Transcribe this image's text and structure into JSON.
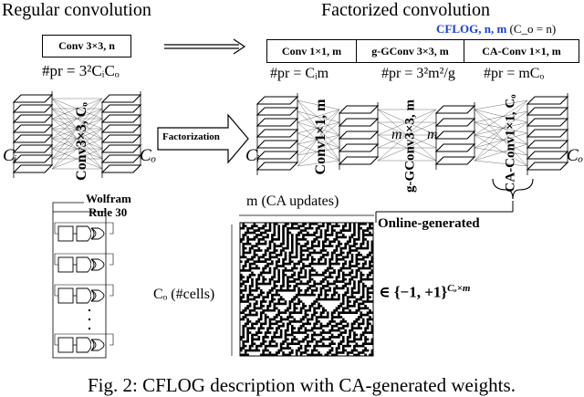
{
  "left_title": "Regular convolution",
  "right_title": "Factorized convolution",
  "cflog": {
    "prefix": "CFLOG, n, m",
    "suffix": "(C_o = n)"
  },
  "regular": {
    "op": "Conv 3×3, n",
    "params": "#pr = 3²CᵢCₒ",
    "layer_label": "Conv3×3, Cₒ"
  },
  "factorized": {
    "ops": [
      "Conv 1×1, m",
      "g-GConv 3×3, m",
      "CA-Conv 1×1, m"
    ],
    "params": [
      "#pr = Cᵢm",
      "#pr = 3²m²/g",
      "#pr = mCₒ"
    ],
    "layer_labels": [
      "Conv1×1, m",
      "g-GConv3×3, m",
      "CA-Conv1×1, Cₒ"
    ],
    "mid_labels": [
      "m",
      "m"
    ]
  },
  "factorization_label": "Factorization",
  "ci_label": "Cᵢ",
  "co_label": "Cₒ",
  "wolfram": {
    "title_line1": "Wolfram",
    "title_line2": "Rule 30"
  },
  "ca": {
    "top_label": "m (CA updates)",
    "side_label": "Cₒ (#cells)",
    "set_label": "∈ {−1, +1}",
    "set_exp": "Cₒ×m",
    "online": "Online-generated"
  },
  "caption": "Fig. 2: CFLOG description with CA-generated weights."
}
